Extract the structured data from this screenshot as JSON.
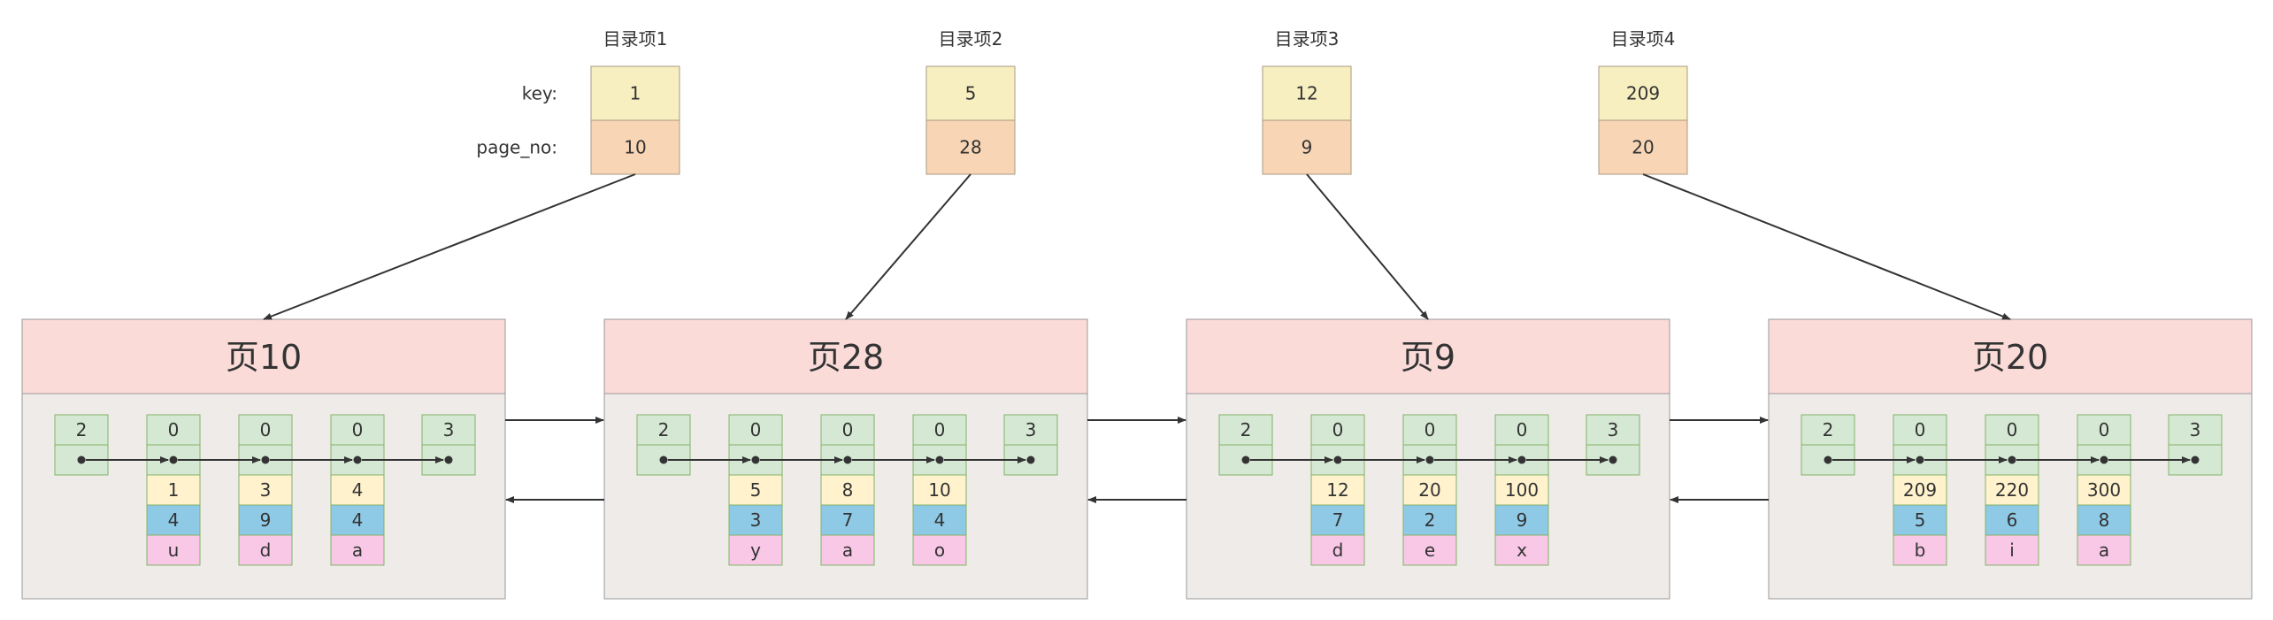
{
  "row_labels": {
    "key": "key:",
    "page_no": "page_no:"
  },
  "directory": [
    {
      "title": "目录项1",
      "key": "1",
      "page_no": "10"
    },
    {
      "title": "目录项2",
      "key": "5",
      "page_no": "28"
    },
    {
      "title": "目录项3",
      "key": "12",
      "page_no": "9"
    },
    {
      "title": "目录项4",
      "key": "209",
      "page_no": "20"
    }
  ],
  "pages": [
    {
      "title": "页10",
      "infimum": "2",
      "supremum": "3",
      "records": [
        {
          "next": "0",
          "c1": "1",
          "c2": "4",
          "c3": "u"
        },
        {
          "next": "0",
          "c1": "3",
          "c2": "9",
          "c3": "d"
        },
        {
          "next": "0",
          "c1": "4",
          "c2": "4",
          "c3": "a"
        }
      ]
    },
    {
      "title": "页28",
      "infimum": "2",
      "supremum": "3",
      "records": [
        {
          "next": "0",
          "c1": "5",
          "c2": "3",
          "c3": "y"
        },
        {
          "next": "0",
          "c1": "8",
          "c2": "7",
          "c3": "a"
        },
        {
          "next": "0",
          "c1": "10",
          "c2": "4",
          "c3": "o"
        }
      ]
    },
    {
      "title": "页9",
      "infimum": "2",
      "supremum": "3",
      "records": [
        {
          "next": "0",
          "c1": "12",
          "c2": "7",
          "c3": "d"
        },
        {
          "next": "0",
          "c1": "20",
          "c2": "2",
          "c3": "e"
        },
        {
          "next": "0",
          "c1": "100",
          "c2": "9",
          "c3": "x"
        }
      ]
    },
    {
      "title": "页20",
      "infimum": "2",
      "supremum": "3",
      "records": [
        {
          "next": "0",
          "c1": "209",
          "c2": "5",
          "c3": "b"
        },
        {
          "next": "0",
          "c1": "220",
          "c2": "6",
          "c3": "i"
        },
        {
          "next": "0",
          "c1": "300",
          "c2": "8",
          "c3": "a"
        }
      ]
    }
  ],
  "colors": {
    "green": "#d5e8d4",
    "green_stroke": "#82b366",
    "yellow": "#fff2cc",
    "orange": "#ffe6cc",
    "blue": "#8ecae6",
    "pink": "#f8c8e6",
    "page_header": "#fadbd8",
    "page_body": "#efebe9",
    "page_stroke": "#999999",
    "dir_key": "#f7efc0",
    "dir_page": "#f8d5b4",
    "dir_stroke": "#a89a82",
    "line": "#333333"
  }
}
